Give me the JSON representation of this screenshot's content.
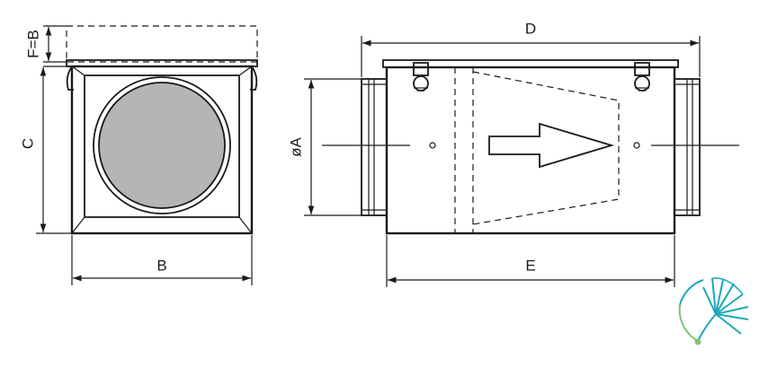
{
  "labels": {
    "fb": "F=B",
    "c": "C",
    "b": "B",
    "d": "D",
    "a": "øA",
    "e": "E"
  },
  "colors": {
    "line": "#1a1a1a",
    "filter_fill": "#b5b5b5",
    "logo_teal": "#1aa8b8",
    "logo_green": "#7cc576"
  },
  "logo": {
    "icon": "fan-leaf-logo-icon"
  }
}
